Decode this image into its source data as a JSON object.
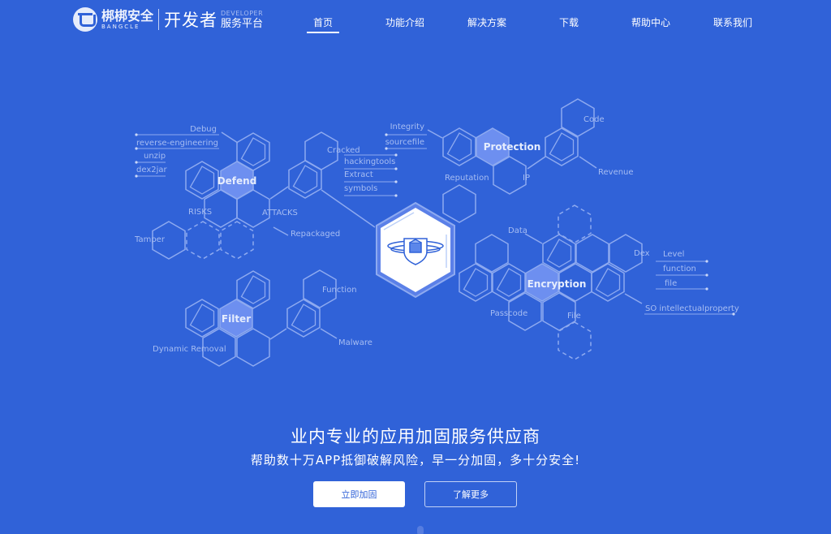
{
  "header": {
    "logo": {
      "brand_cn": "梆梆安全",
      "brand_en": "BANGCLE",
      "product_cn": "开发者",
      "product_en": "DEVELOPER",
      "product_sub": "服务平台"
    },
    "nav": [
      {
        "label": "首页",
        "active": true
      },
      {
        "label": "功能介绍",
        "active": false
      },
      {
        "label": "解决方案",
        "active": false
      },
      {
        "label": "下载",
        "active": false
      },
      {
        "label": "帮助中心",
        "active": false
      },
      {
        "label": "联系我们",
        "active": false
      }
    ]
  },
  "graphic": {
    "center_icon": "shield-cube-orbit-icon",
    "groups": {
      "defend": {
        "title": "Defend",
        "labels": [
          "Debug",
          "reverse-engineering",
          "unzip",
          "dex2jar",
          "RISKS",
          "ATTACKS",
          "Tamper",
          "Repackaged"
        ]
      },
      "cracked": {
        "labels": [
          "Cracked",
          "hackingtools",
          "Extract",
          "symbols"
        ]
      },
      "protection": {
        "title": "Protection",
        "labels": [
          "Integrity",
          "sourcefile",
          "Reputation",
          "IP",
          "Code",
          "Revenue"
        ]
      },
      "encryption": {
        "title": "Encryption",
        "labels": [
          "Data",
          "Dex",
          "Level",
          "function",
          "file",
          "SO intellectualproperty",
          "Passcode",
          "File"
        ]
      },
      "filter": {
        "title": "Filter",
        "labels": [
          "Function",
          "Dynamic Removal",
          "Malware"
        ]
      }
    }
  },
  "hero": {
    "title": "业内专业的应用加固服务供应商",
    "subtitle": "帮助数十万APP抵御破解风险，早一分加固，多十分安全!",
    "primary_button": "立即加固",
    "secondary_button": "了解更多"
  },
  "colors": {
    "background": "#3062d8",
    "line": "#8eaaf0",
    "highlight_hex": "#6d8ff0",
    "white": "#ffffff"
  }
}
